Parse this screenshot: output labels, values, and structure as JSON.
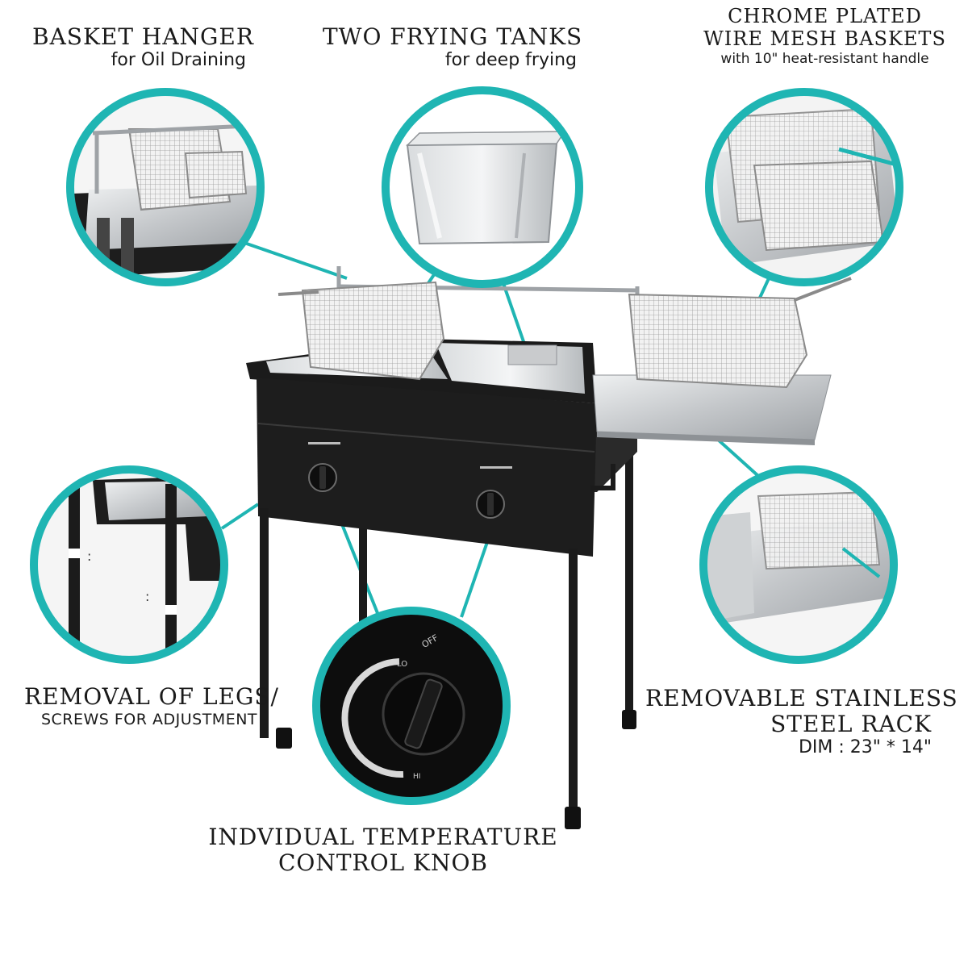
{
  "colors": {
    "accent": "#1fb5b3",
    "frame": "#1b1b1b",
    "steel": "#c9cbcd",
    "background": "#ffffff"
  },
  "callouts": {
    "basket_hanger": {
      "title": "BASKET HANGER",
      "subtitle": "for Oil Draining"
    },
    "frying_tanks": {
      "title": "TWO FRYING TANKS",
      "subtitle": "for deep frying"
    },
    "baskets": {
      "title_line1": "CHROME PLATED",
      "title_line2": "WIRE MESH BASKETS",
      "subtitle": "with 10\" heat-resistant handle"
    },
    "legs": {
      "title": "REMOVAL OF LEGS/",
      "subtitle": "SCREWS FOR ADJUSTMENT"
    },
    "rack": {
      "title_line1": "REMOVABLE STAINLESS",
      "title_line2": "STEEL RACK",
      "subtitle": "DIM : 23\" * 14\""
    },
    "knob": {
      "title_line1": "INDVIDUAL TEMPERATURE",
      "title_line2": "CONTROL KNOB"
    }
  },
  "knob_dial": {
    "off": "OFF",
    "lo": "LO",
    "hi": "HI"
  }
}
